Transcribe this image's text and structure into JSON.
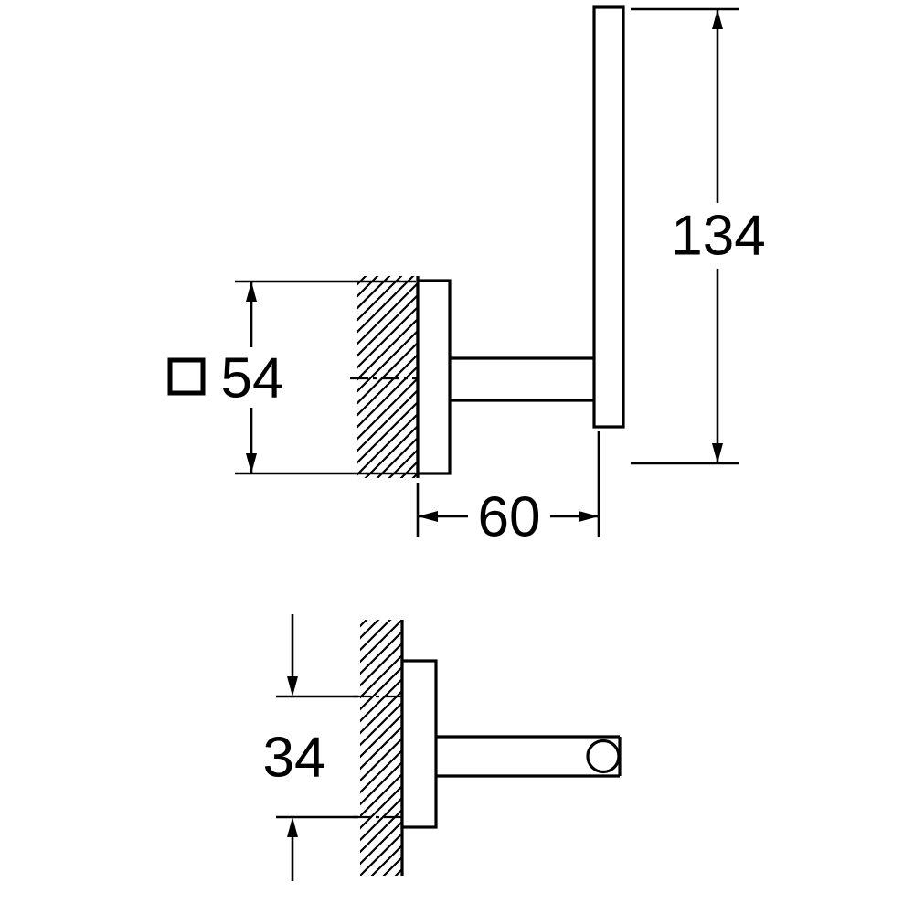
{
  "colors": {
    "ink": "#000000",
    "background": "#ffffff"
  },
  "drawing": {
    "front_view": {
      "dim_height": {
        "value": "134"
      },
      "dim_plate_size": {
        "value": "54",
        "prefix_icon": "square-symbol"
      },
      "dim_projection": {
        "value": "60"
      }
    },
    "top_view": {
      "dim_hole_spacing": {
        "value": "34"
      }
    }
  }
}
